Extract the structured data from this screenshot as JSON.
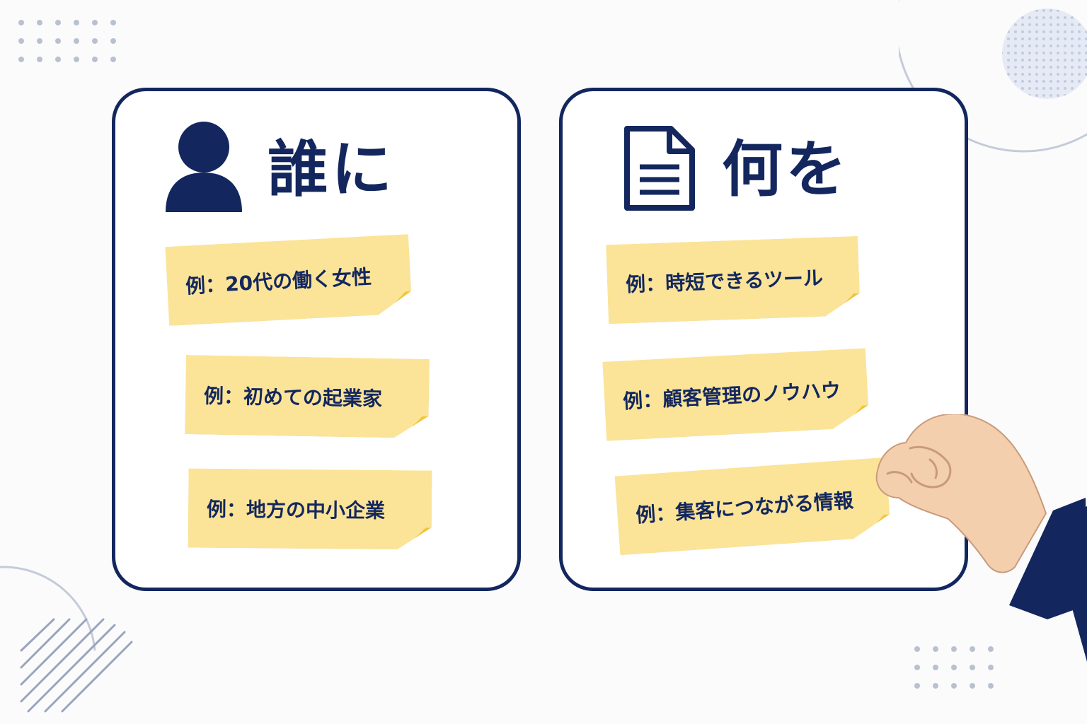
{
  "colors": {
    "navy": "#13275e",
    "note_yellow": "#fbe498",
    "note_fold": "#f2c53c",
    "skin": "#f3cfae",
    "deco_gray": "#b9c1d0"
  },
  "left_panel": {
    "icon": "person-icon",
    "heading": "誰に",
    "notes": [
      {
        "text": "例：20代の働く女性"
      },
      {
        "text": "例：初めての起業家"
      },
      {
        "text": "例：地方の中小企業"
      }
    ]
  },
  "right_panel": {
    "icon": "document-icon",
    "heading": "何を",
    "notes": [
      {
        "text": "例：時短できるツール"
      },
      {
        "text": "例：顧客管理のノウハウ"
      },
      {
        "text": "例：集客につながる情報"
      }
    ]
  },
  "decorations": {
    "hand_icon": "hand-holding-note-icon"
  }
}
